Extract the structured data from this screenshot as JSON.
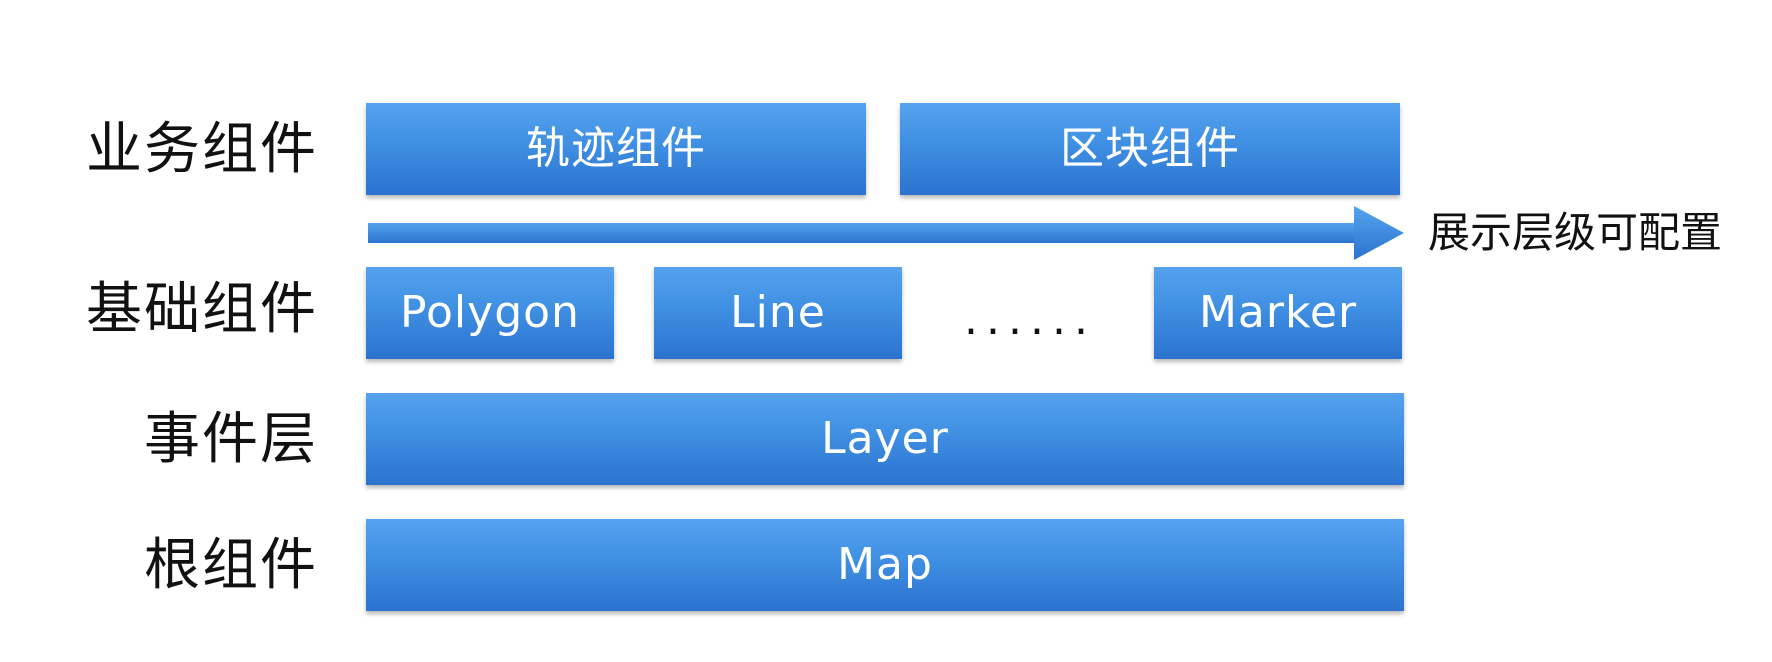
{
  "rows": {
    "business": {
      "label": "业务组件",
      "boxes": [
        "轨迹组件",
        "区块组件"
      ]
    },
    "basic": {
      "label": "基础组件",
      "boxes": [
        "Polygon",
        "Line",
        "Marker"
      ],
      "ellipsis": "......"
    },
    "event": {
      "label": "事件层",
      "box": "Layer"
    },
    "root": {
      "label": "根组件",
      "box": "Map"
    }
  },
  "arrow": {
    "label": "展示层级可配置"
  },
  "colors": {
    "box_top": "#55a3ee",
    "box_bottom": "#2b73cf",
    "arrow": "#3384dd",
    "text": "#111111"
  }
}
